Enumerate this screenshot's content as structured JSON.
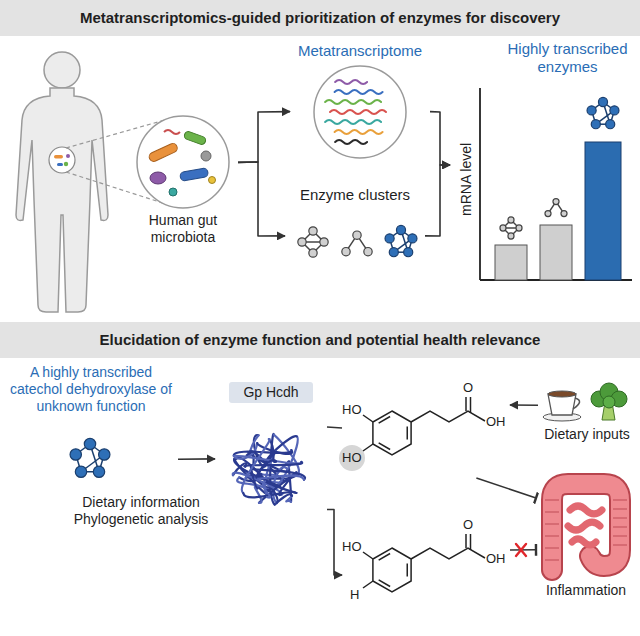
{
  "diagram": {
    "nodes": [
      {
        "text": [
          "Metatranscriptomics-guided prioritization of enzymes for discovery"
        ]
      },
      {
        "text": [
          "Human gut microbiota"
        ],
        "in": 0
      },
      {
        "text": [
          "Metatranscriptome"
        ],
        "in": 0
      },
      {
        "text": [
          "Enzyme clusters"
        ],
        "in": 0
      },
      {
        "text": [
          "Highly transcribed enzymes",
          "mRNA level"
        ],
        "in": 0
      },
      {
        "text": [
          "Elucidation of enzyme function and potential health relevance"
        ]
      },
      {
        "text": [
          "A highly transcribed catechol dehydroxylase of unknown function"
        ],
        "in": 5
      },
      {
        "text": [
          "Gp Hcdh"
        ],
        "in": 5
      },
      {
        "text": [
          "HO",
          "HO",
          "O",
          "OH"
        ],
        "in": 5
      },
      {
        "text": [
          "HO",
          "H",
          "O",
          "OH"
        ],
        "in": 5
      },
      {
        "text": [
          "Dietary inputs"
        ],
        "in": 5
      },
      {
        "text": [
          "Inflammation"
        ],
        "in": 5
      }
    ],
    "edges": [
      {
        "from": 1,
        "to": 2,
        "arrow": "to"
      },
      {
        "from": 1,
        "to": 3,
        "arrow": "to"
      },
      {
        "from": 2,
        "to": 4,
        "arrow": "to"
      },
      {
        "from": 3,
        "to": 4,
        "arrow": "to"
      },
      {
        "from": 6,
        "to": 7,
        "label": "Dietary information Phylogenetic analysis",
        "arrow": "to"
      },
      {
        "from": 7,
        "to": 8,
        "arrow": "none"
      },
      {
        "from": 7,
        "to": 9,
        "arrow": "to"
      },
      {
        "from": 10,
        "to": 8,
        "arrow": "to"
      },
      {
        "from": 8,
        "to": 11,
        "arrow": "to"
      },
      {
        "from": 9,
        "to": 11,
        "arrow": "to"
      }
    ]
  }
}
